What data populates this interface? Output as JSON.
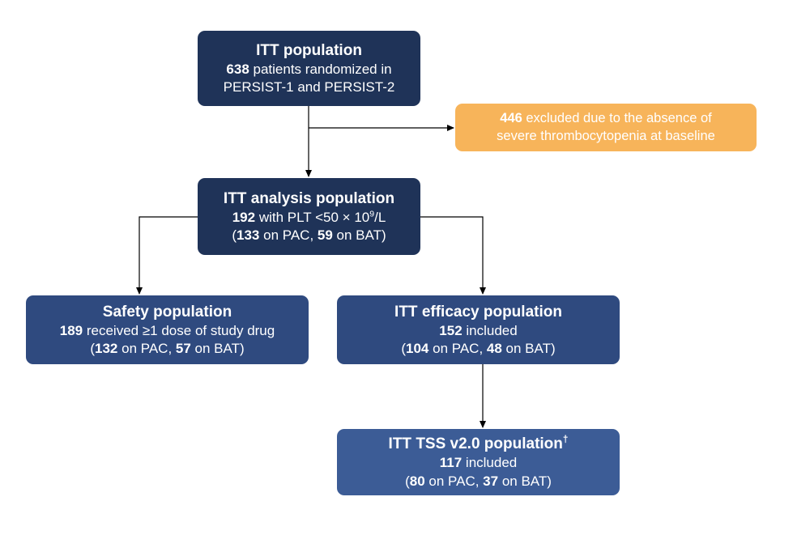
{
  "itt_population": {
    "title": "ITT population",
    "count": "638",
    "line1_rest": " patients randomized in",
    "line2": "PERSIST-1 and PERSIST-2"
  },
  "excluded": {
    "count": "446",
    "line1_rest": " excluded due to the absence of",
    "line2": "severe thrombocytopenia at baseline"
  },
  "itt_analysis": {
    "title": "ITT analysis population",
    "count": "192",
    "line1_mid": " with PLT <50 × 10",
    "sup": "9",
    "line1_end": "/L",
    "paren_open": "(",
    "pac_count": "133",
    "pac_text": " on PAC, ",
    "bat_count": "59",
    "bat_text": " on BAT)"
  },
  "safety": {
    "title": "Safety population",
    "count": "189",
    "line1_rest": " received ≥1 dose of study drug",
    "paren_open": "(",
    "pac_count": "132",
    "pac_text": " on PAC, ",
    "bat_count": "57",
    "bat_text": " on BAT)"
  },
  "efficacy": {
    "title": "ITT efficacy population",
    "count": "152",
    "line1_rest": " included",
    "paren_open": "(",
    "pac_count": "104",
    "pac_text": " on PAC, ",
    "bat_count": "48",
    "bat_text": " on BAT)"
  },
  "tss": {
    "title": "ITT TSS v2.0 population",
    "dagger": "†",
    "count": "117",
    "line1_rest": " included",
    "paren_open": "(",
    "pac_count": "80",
    "pac_text": " on PAC, ",
    "bat_count": "37",
    "bat_text": " on BAT)"
  },
  "colors": {
    "dark_box": "#1f3358",
    "mid_box": "#2f4a7f",
    "light_box": "#3c5c96",
    "excluded_box": "#f7b45a",
    "connector": "#000000"
  }
}
